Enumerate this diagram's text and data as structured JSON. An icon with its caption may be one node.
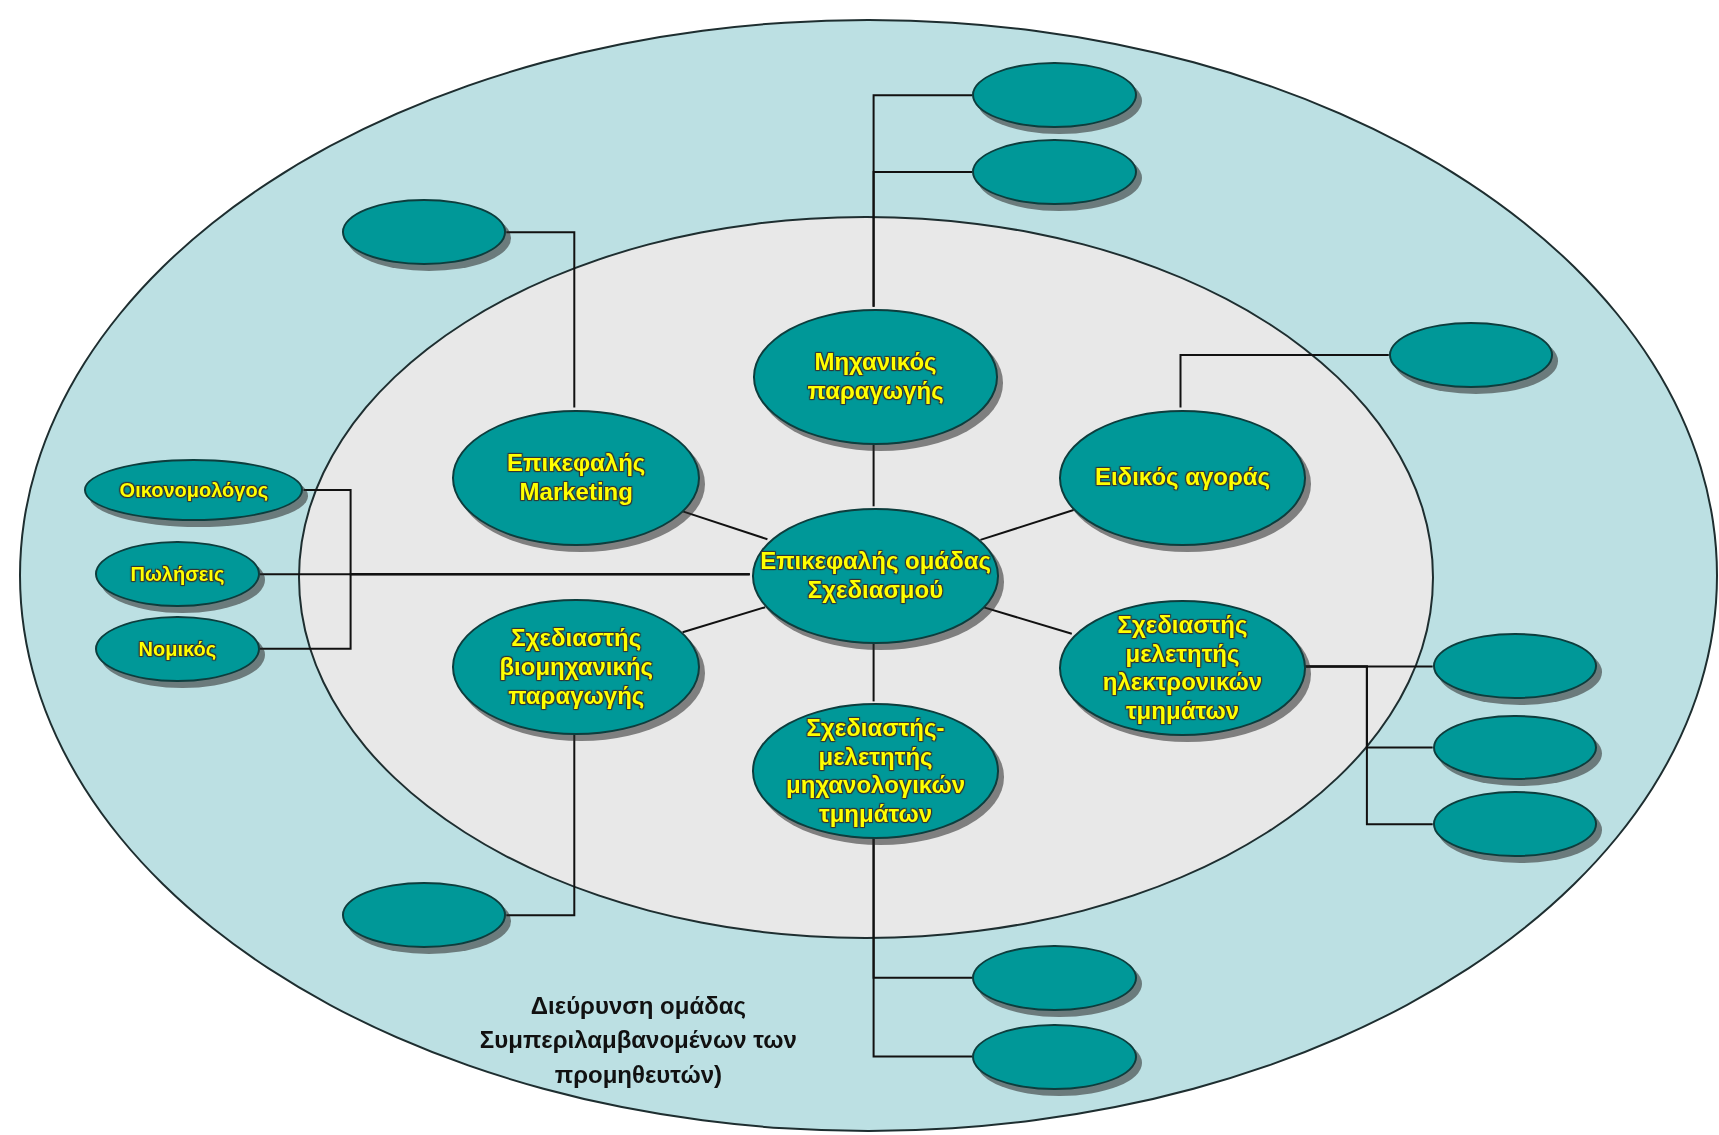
{
  "diagram": {
    "nodes": [
      {
        "text": [
          "Διεύρυνση ομάδας Συμπεριλαμβανομένων των προμηθευτών)"
        ]
      },
      {
        "text": [],
        "shape": "ellipse",
        "in": 0
      },
      {
        "text": [],
        "shape": "ellipse",
        "in": 0
      },
      {
        "text": [],
        "shape": "ellipse",
        "in": 0
      },
      {
        "text": [],
        "shape": "ellipse",
        "in": 0
      },
      {
        "text": [],
        "shape": "ellipse",
        "in": 0
      },
      {
        "text": [
          "Μηχανικός παραγωγής"
        ],
        "in": 1
      },
      {
        "text": [
          "Επικεφαλής Marketing"
        ],
        "in": 1
      },
      {
        "text": [
          "Ειδικός αγοράς"
        ],
        "in": 1
      },
      {
        "text": [
          "Οικονομολόγος"
        ],
        "in": 0
      },
      {
        "text": [
          "Πωλήσεις"
        ],
        "in": 0
      },
      {
        "text": [
          "Επικεφαλής ομάδας Σχεδιασμού"
        ],
        "in": 1
      },
      {
        "text": [
          "Νομικός"
        ],
        "in": 0
      },
      {
        "text": [
          "Σχεδιαστής βιομηχανικής παραγωγής"
        ],
        "in": 1
      },
      {
        "text": [
          "Σχεδιαστής μελετητής ηλεκτρονικών τμημάτων"
        ],
        "in": 1
      },
      {
        "text": [],
        "shape": "ellipse",
        "in": 0
      },
      {
        "text": [],
        "shape": "ellipse",
        "in": 0
      },
      {
        "text": [
          "Σχεδιαστής- μελετητής μηχανολογικών τμημάτων"
        ],
        "in": 1
      },
      {
        "text": [],
        "shape": "ellipse",
        "in": 0
      },
      {
        "text": [],
        "shape": "ellipse",
        "in": 0
      },
      {
        "text": [],
        "shape": "ellipse",
        "in": 0
      },
      {
        "text": [],
        "shape": "ellipse",
        "in": 0
      }
    ],
    "edges": [
      {
        "from": 11,
        "to": 6,
        "arrow": "none"
      },
      {
        "from": 11,
        "to": 7,
        "arrow": "none"
      },
      {
        "from": 11,
        "to": 8,
        "arrow": "none"
      },
      {
        "from": 11,
        "to": 13,
        "arrow": "none"
      },
      {
        "from": 11,
        "to": 14,
        "arrow": "none"
      },
      {
        "from": 11,
        "to": 17,
        "arrow": "none"
      },
      {
        "from": 9,
        "to": 11,
        "arrow": "none"
      },
      {
        "from": 10,
        "to": 11,
        "arrow": "none"
      },
      {
        "from": 12,
        "to": 11,
        "arrow": "none"
      },
      {
        "from": 6,
        "to": 2,
        "arrow": "none"
      },
      {
        "from": 6,
        "to": 3,
        "arrow": "none"
      },
      {
        "from": 7,
        "to": 4,
        "arrow": "none"
      },
      {
        "from": 8,
        "to": 5,
        "arrow": "none"
      },
      {
        "from": 13,
        "to": 19,
        "arrow": "none"
      },
      {
        "from": 14,
        "to": 15,
        "arrow": "none"
      },
      {
        "from": 14,
        "to": 16,
        "arrow": "none"
      },
      {
        "from": 14,
        "to": 18,
        "arrow": "none"
      },
      {
        "from": 17,
        "to": 20,
        "arrow": "none"
      },
      {
        "from": 17,
        "to": 21,
        "arrow": "none"
      }
    ]
  }
}
